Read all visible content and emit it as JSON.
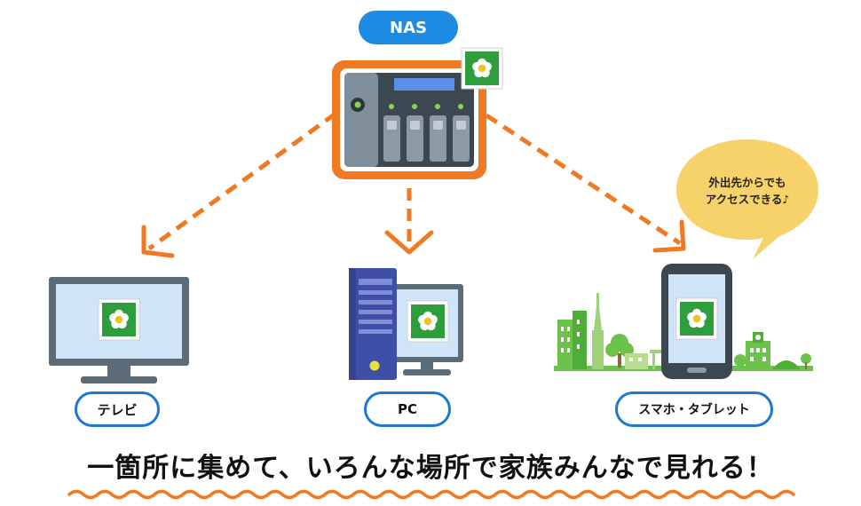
{
  "diagram": {
    "nas_label": "NAS",
    "devices": {
      "tv": "テレビ",
      "pc": "PC",
      "phone": "スマホ・タブレット"
    },
    "bubble": {
      "line1": "外出先からでも",
      "line2": "アクセスできる♪"
    },
    "headline": "一箇所に集めて、いろんな場所で家族みんなで見れる！"
  },
  "colors": {
    "orange": "#f07a22",
    "blue": "#1e8be3",
    "photo_green": "#2e9e3c",
    "device_gray": "#5c6b78",
    "screen_blue": "#cfe4f7",
    "city_green": "#6cc24a",
    "bubble_yellow": "#f7d26a"
  },
  "icons": [
    "flower-photo-icon",
    "nas-device-icon",
    "tv-icon",
    "pc-tower-icon",
    "smartphone-icon",
    "city-skyline-icon"
  ]
}
